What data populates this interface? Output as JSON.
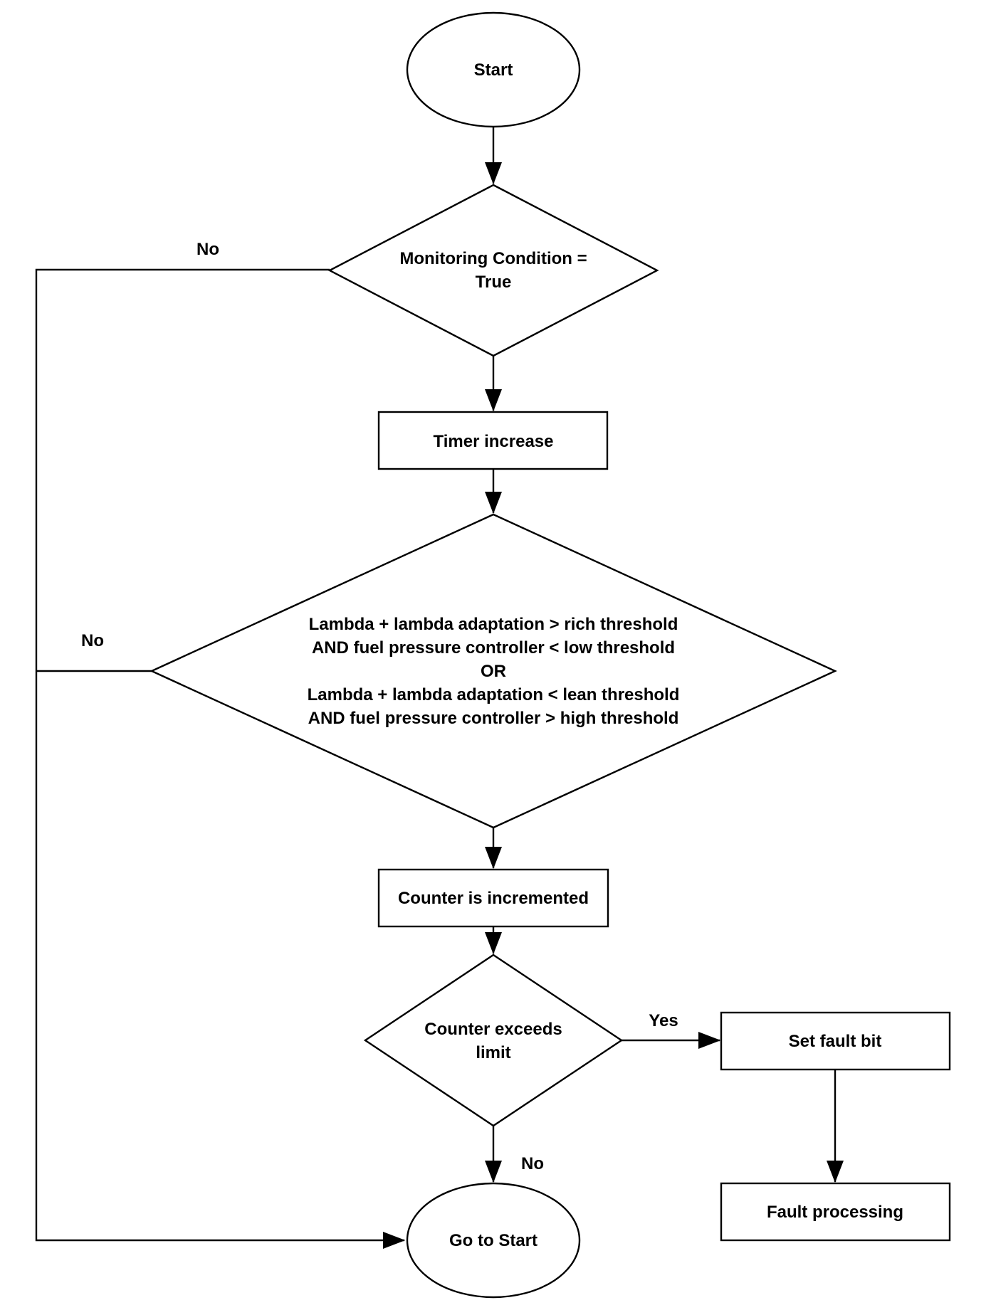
{
  "flowchart": {
    "colors": {
      "background": "#ffffff",
      "stroke": "#000000",
      "text": "#000000"
    },
    "nodes": {
      "start": {
        "type": "terminator",
        "label": "Start"
      },
      "monitoring_condition": {
        "type": "decision",
        "lines": [
          "Monitoring Condition =",
          "True"
        ]
      },
      "timer_increase": {
        "type": "process",
        "label": "Timer increase"
      },
      "lambda_fuel_pressure_check": {
        "type": "decision",
        "lines": [
          "Lambda + lambda adaptation > rich threshold",
          "AND fuel pressure controller < low threshold",
          "OR",
          "Lambda + lambda adaptation < lean threshold",
          "AND fuel pressure controller > high threshold"
        ]
      },
      "counter_incremented": {
        "type": "process",
        "label": "Counter is incremented"
      },
      "counter_exceeds_limit": {
        "type": "decision",
        "lines": [
          "Counter exceeds",
          "limit"
        ]
      },
      "set_fault_bit": {
        "type": "process",
        "label": "Set fault bit"
      },
      "fault_processing": {
        "type": "process",
        "label": "Fault processing"
      },
      "go_to_start": {
        "type": "terminator",
        "label": "Go to Start"
      }
    },
    "edge_labels": {
      "monitoring_no": "No",
      "lambda_no": "No",
      "counter_yes": "Yes",
      "counter_no": "No"
    }
  }
}
